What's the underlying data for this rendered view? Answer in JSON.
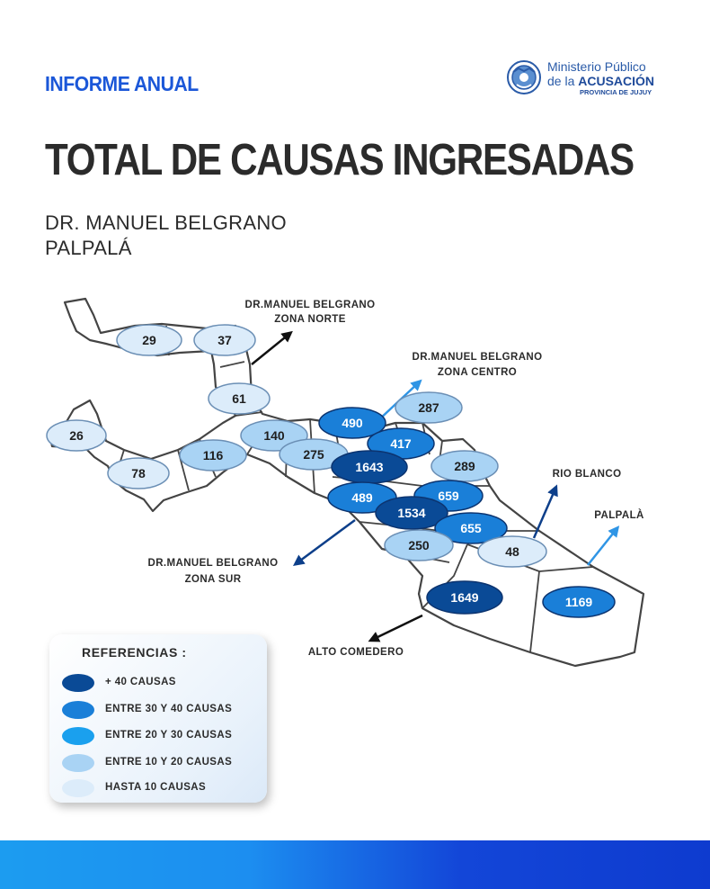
{
  "header": {
    "kicker": "INFORME ANUAL",
    "title": "TOTAL DE CAUSAS INGRESADAS",
    "subtitle_line1": "DR. MANUEL BELGRANO",
    "subtitle_line2": "PALPALÁ"
  },
  "logo": {
    "line1": "Ministerio  Público",
    "line2_prefix": "de la ",
    "line2_strong": "ACUSACIÓN",
    "line3": "PROVINCIA DE JUJUY"
  },
  "colors": {
    "level_5": "#0a4a96",
    "level_4": "#1a7fd8",
    "level_3": "#1aa0ee",
    "level_2": "#a9d3f4",
    "level_1": "#dcecfa",
    "arrow_dark": "#0d3f8a",
    "arrow_light": "#2f95e5",
    "footer_start": "#1c9cf0",
    "footer_end": "#0e3bcf"
  },
  "zone_labels": {
    "norte_1": "DR.MANUEL BELGRANO",
    "norte_2": "ZONA NORTE",
    "centro_1": "DR.MANUEL BELGRANO",
    "centro_2": "ZONA CENTRO",
    "sur_1": "DR.MANUEL BELGRANO",
    "sur_2": "ZONA SUR",
    "rio_blanco": "RIO BLANCO",
    "palpala": "PALPALÀ",
    "alto_comedero": "ALTO COMEDERO"
  },
  "districts": [
    {
      "value": "29",
      "level": 1
    },
    {
      "value": "37",
      "level": 1
    },
    {
      "value": "61",
      "level": 1
    },
    {
      "value": "26",
      "level": 1
    },
    {
      "value": "78",
      "level": 1
    },
    {
      "value": "116",
      "level": 2
    },
    {
      "value": "140",
      "level": 2
    },
    {
      "value": "275",
      "level": 2
    },
    {
      "value": "490",
      "level": 4
    },
    {
      "value": "287",
      "level": 2
    },
    {
      "value": "417",
      "level": 4
    },
    {
      "value": "1643",
      "level": 5
    },
    {
      "value": "289",
      "level": 2
    },
    {
      "value": "489",
      "level": 4
    },
    {
      "value": "659",
      "level": 4
    },
    {
      "value": "1534",
      "level": 5
    },
    {
      "value": "655",
      "level": 4
    },
    {
      "value": "250",
      "level": 2
    },
    {
      "value": "48",
      "level": 1
    },
    {
      "value": "1649",
      "level": 5
    },
    {
      "value": "1169",
      "level": 4
    }
  ],
  "legend": {
    "title": "REFERENCIAS :",
    "items": [
      {
        "label": "+ 40 CAUSAS",
        "level": 5
      },
      {
        "label": "ENTRE 30 Y 40 CAUSAS",
        "level": 4
      },
      {
        "label": "ENTRE 20 Y 30 CAUSAS",
        "level": 3
      },
      {
        "label": "ENTRE 10 Y 20 CAUSAS",
        "level": 2
      },
      {
        "label": "HASTA 10 CAUSAS",
        "level": 1
      }
    ]
  }
}
